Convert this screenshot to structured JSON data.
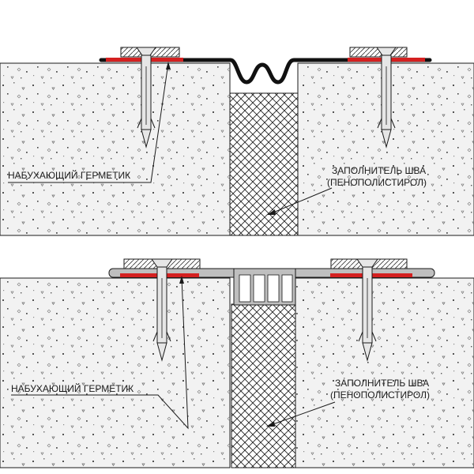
{
  "top": {
    "left_label": "НАБУХАЮЩИЙ ГЕРМЕТИК",
    "right_label_line1": "ЗАПОЛНИТЕЛЬ ШВА",
    "right_label_line2": "(ПЕНОПОЛИСТИРОЛ)"
  },
  "bottom": {
    "left_label": "НАБУХАЮЩИЙ ГЕРМЕТИК",
    "right_label_line1": "ЗАПОЛНИТЕЛЬ ШВА",
    "right_label_line2": "(ПЕНОПОЛИСТИРОЛ)"
  },
  "colors": {
    "concrete": "#f2f2f2",
    "outline": "#1a1a1a",
    "sealant": "#d42020",
    "profile": "#bfbfbf",
    "metal": "#e6e6e6"
  }
}
